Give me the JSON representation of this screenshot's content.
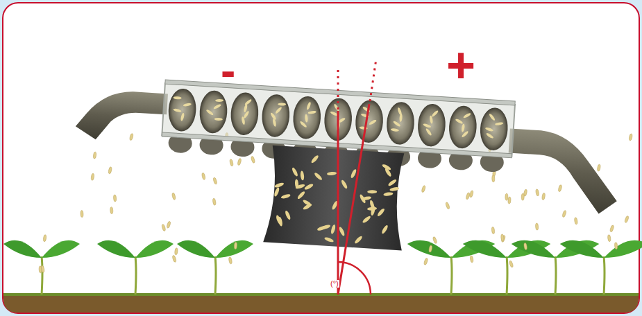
{
  "diagram": {
    "labels": [
      "-",
      "+",
      "(°)"
    ]
  }
}
